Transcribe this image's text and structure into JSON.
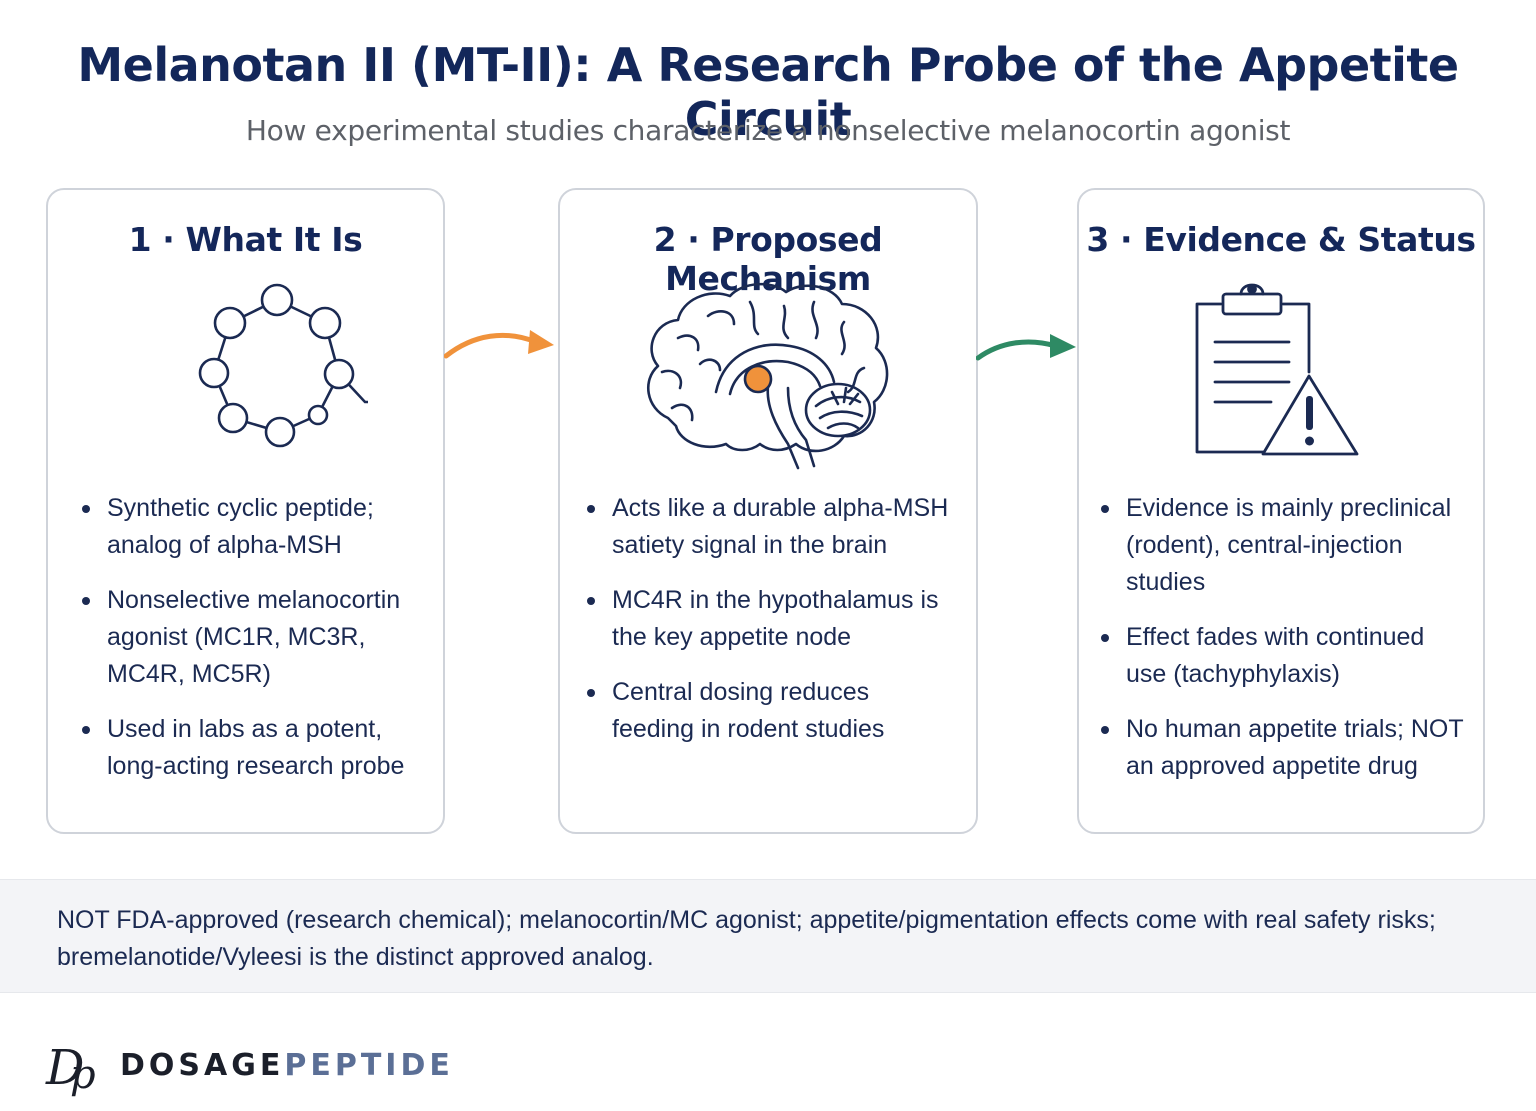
{
  "header": {
    "title": "Melanotan II (MT-II): A Research Probe of the Appetite Circuit",
    "subtitle": "How experimental studies characterize a nonselective melanocortin agonist"
  },
  "cards": [
    {
      "heading": "1 · What It Is",
      "icon": "cyclic-peptide-icon",
      "bullets": [
        "Synthetic cyclic peptide; analog of alpha-MSH",
        "Nonselective melanocortin agonist (MC1R, MC3R, MC4R, MC5R)",
        "Used in labs as a potent, long-acting research probe"
      ]
    },
    {
      "heading": "2 · Proposed Mechanism",
      "icon": "brain-icon",
      "bullets": [
        "Acts like a durable alpha-MSH satiety signal in the brain",
        "MC4R in the hypothalamus is the key appetite node",
        "Central dosing reduces feeding in rodent studies"
      ]
    },
    {
      "heading": "3 · Evidence & Status",
      "icon": "clipboard-warning-icon",
      "bullets": [
        "Evidence is mainly preclinical (rodent), central-injection studies",
        "Effect fades with continued use (tachyphylaxis)",
        "No human appetite trials; NOT an approved appetite drug"
      ]
    }
  ],
  "footer_note": "NOT FDA-approved (research chemical); melanocortin/MC agonist; appetite/pigmentation effects come with real safety risks; bremelanotide/Vyleesi is the distinct approved analog.",
  "brand": {
    "mark": "Dp",
    "word_part1": "DOSAGE",
    "word_part2": "PEPTIDE"
  },
  "colors": {
    "navy": "#14275a",
    "orange_accent": "#f0923b",
    "green_accent": "#2e8a64",
    "card_border": "#cfd3da"
  }
}
